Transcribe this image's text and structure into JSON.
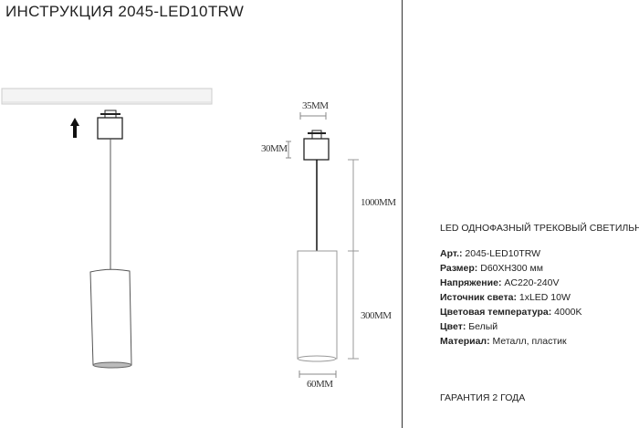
{
  "title": "ИНСТРУКЦИЯ 2045-LED10TRW",
  "dimensions": {
    "width_top": "35MM",
    "height_adapter": "30MM",
    "cord": "1000MM",
    "body": "300MM",
    "diameter": "60MM"
  },
  "product_type": "LED ОДНОФАЗНЫЙ ТРЕКОВЫЙ СВЕТИЛЬНИК",
  "specs": [
    {
      "label": "Арт.:",
      "value": " 2045-LED10TRW"
    },
    {
      "label": "Размер:",
      "value": " D60XH300 мм"
    },
    {
      "label": "Напряжение:",
      "value": " AC220-240V"
    },
    {
      "label": "Источник света:",
      "value": " 1xLED 10W"
    },
    {
      "label": "Цветовая температура:",
      "value": " 4000K"
    },
    {
      "label": "Цвет:",
      "value": " Белый"
    },
    {
      "label": "Материал:",
      "value": " Металл, пластик"
    }
  ],
  "warranty": "ГАРАНТИЯ 2 ГОДА"
}
